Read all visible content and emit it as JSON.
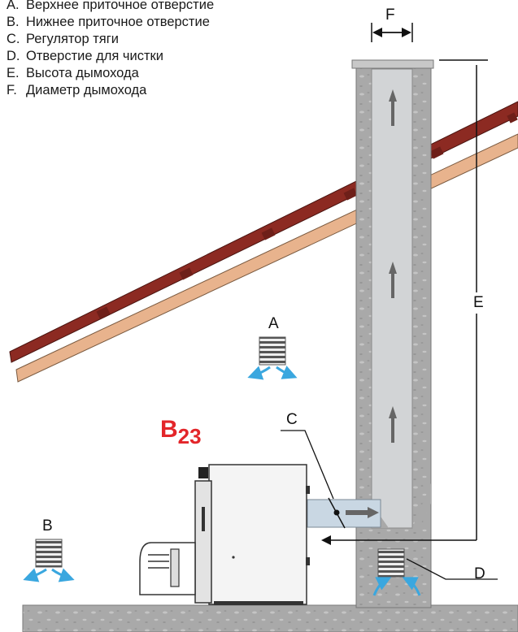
{
  "legend": [
    {
      "key": "A.",
      "text": "Верхнее приточное отверстие"
    },
    {
      "key": "B.",
      "text": "Нижнее приточное отверстие"
    },
    {
      "key": "C.",
      "text": "Регулятор тяги"
    },
    {
      "key": "D.",
      "text": "Отверстие для чистки"
    },
    {
      "key": "E.",
      "text": "Высота дымохода"
    },
    {
      "key": "F.",
      "text": "Диаметр дымохода"
    }
  ],
  "labels": {
    "a": "A",
    "b": "B",
    "c": "C",
    "d": "D",
    "e": "E",
    "f": "F"
  },
  "installation_code": {
    "main": "B",
    "sub": "23"
  },
  "colors": {
    "chimney_concrete": "#a9a9a9",
    "flue_inner": "#d2d4d6",
    "roof_tiles": "#8c2a22",
    "roof_board": "#e8b38d",
    "air_arrow": "#3aa7df",
    "code_red": "#e3262a",
    "boiler_body": "#f4f4f4"
  }
}
